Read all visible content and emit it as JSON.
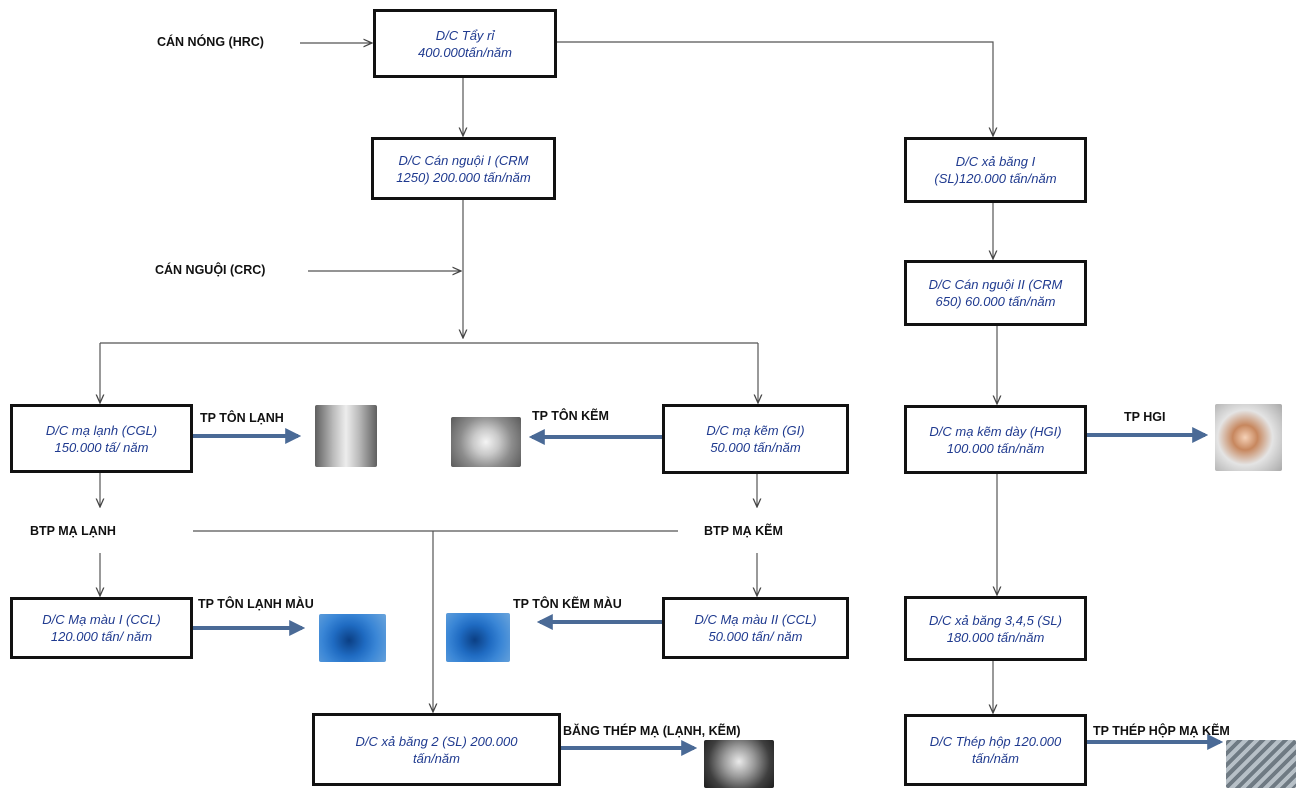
{
  "nodes": {
    "tay_ri": [
      "D/C Tẩy rỉ",
      "400.000tấn/năm"
    ],
    "can_nguoi_1": [
      "D/C Cán nguội I (CRM",
      "1250) 200.000 tấn/năm"
    ],
    "xa_bang_1": [
      "D/C xả băng I",
      "(SL)120.000 tấn/năm"
    ],
    "can_nguoi_2": [
      "D/C Cán nguội II (CRM",
      "650) 60.000 tấn/năm"
    ],
    "ma_lanh": [
      "D/C mạ lạnh (CGL)",
      "150.000 tấ/ năm"
    ],
    "ma_kem": [
      "D/C mạ kẽm (GI)",
      "50.000 tấn/năm"
    ],
    "ma_kem_day": [
      "D/C mạ kẽm dày (HGI)",
      "100.000 tấn/năm"
    ],
    "ma_mau_1": [
      "D/C Mạ màu I (CCL)",
      "120.000 tấn/ năm"
    ],
    "ma_mau_2": [
      "D/C Mạ màu II (CCL)",
      "50.000 tấn/ năm"
    ],
    "xa_bang_345": [
      "D/C xả băng 3,4,5 (SL)",
      "180.000 tấn/năm"
    ],
    "xa_bang_2": [
      "D/C xả băng 2 (SL) 200.000",
      "tấn/năm"
    ],
    "thep_hop": [
      "D/C Thép hộp 120.000",
      "tấn/năm"
    ]
  },
  "labels": {
    "can_nong": "CÁN NÓNG (HRC)",
    "can_nguoi": "CÁN NGUỘI (CRC)",
    "tp_ton_lanh": "TP TÔN LẠNH",
    "tp_ton_kem": "TP TÔN KẼM",
    "tp_hgi": "TP HGI",
    "btp_ma_lanh": "BTP MẠ LẠNH",
    "btp_ma_kem": "BTP MẠ KẼM",
    "tp_ton_lanh_mau": "TP TÔN LẠNH MÀU",
    "tp_ton_kem_mau": "TP TÔN KẼM MÀU",
    "bang_thep_ma": "BĂNG THÉP MẠ (LẠNH, KẼM)",
    "tp_thep_hop": "TP THÉP HỘP MẠ KẼM"
  },
  "colors": {
    "box_text": "#1f3a8f",
    "box_border": "#111111",
    "thin_arrow": "#555555",
    "product_arrow": "#4a6a96"
  },
  "icons": {
    "ton_lanh": "steel-coil-silver-icon",
    "ton_kem": "steel-coil-galvanized-icon",
    "hgi": "steel-coil-hgi-icon",
    "ton_lanh_mau": "steel-coil-blue-icon",
    "ton_kem_mau": "steel-coil-blue-icon",
    "bang_thep": "steel-strip-coil-icon",
    "thep_hop": "steel-box-section-icon"
  }
}
